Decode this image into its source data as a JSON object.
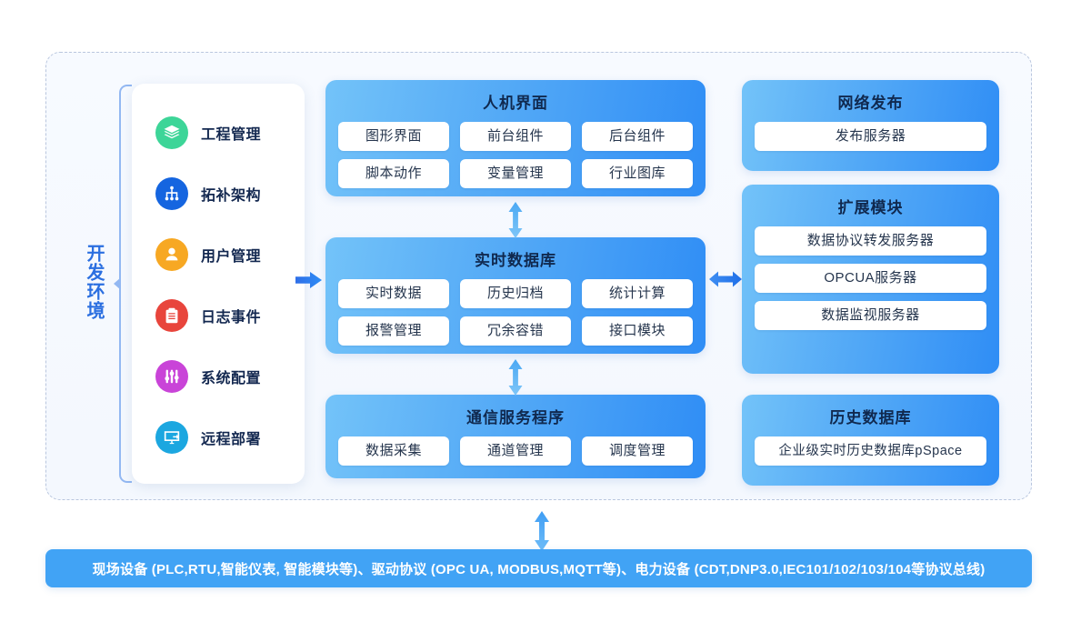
{
  "dev_env": {
    "label": "开发环境",
    "sidebar": {
      "items": [
        {
          "label": "工程管理",
          "icon": "layers-icon",
          "color": "#3dd598"
        },
        {
          "label": "拓补架构",
          "icon": "sitemap-icon",
          "color": "#1565e0"
        },
        {
          "label": "用户管理",
          "icon": "user-icon",
          "color": "#f7a823"
        },
        {
          "label": "日志事件",
          "icon": "clipboard-icon",
          "color": "#e8453c"
        },
        {
          "label": "系统配置",
          "icon": "sliders-icon",
          "color": "#c944d8"
        },
        {
          "label": "远程部署",
          "icon": "monitor-icon",
          "color": "#1ca7e0"
        }
      ]
    }
  },
  "panels": {
    "hmi": {
      "title": "人机界面",
      "rows": [
        [
          "图形界面",
          "前台组件",
          "后台组件"
        ],
        [
          "脚本动作",
          "变量管理",
          "行业图库"
        ]
      ]
    },
    "rtdb": {
      "title": "实时数据库",
      "rows": [
        [
          "实时数据",
          "历史归档",
          "统计计算"
        ],
        [
          "报警管理",
          "冗余容错",
          "接口模块"
        ]
      ]
    },
    "comm": {
      "title": "通信服务程序",
      "rows": [
        [
          "数据采集",
          "通道管理",
          "调度管理"
        ]
      ]
    },
    "web_publish": {
      "title": "网络发布",
      "rows": [
        [
          "发布服务器"
        ]
      ]
    },
    "extension": {
      "title": "扩展模块",
      "rows": [
        [
          "数据协议转发服务器"
        ],
        [
          "OPCUA服务器"
        ],
        [
          "数据监视服务器"
        ]
      ]
    },
    "history_db": {
      "title": "历史数据库",
      "rows": [
        [
          "企业级实时历史数据库pSpace"
        ]
      ]
    }
  },
  "bottom_bar": {
    "text": "现场设备 (PLC,RTU,智能仪表, 智能模块等)、驱动协议 (OPC UA, MODBUS,MQTT等)、电力设备 (CDT,DNP3.0,IEC101/102/103/104等协议总线)"
  },
  "colors": {
    "panel_gradient_start": "#73c3f9",
    "panel_gradient_end": "#2f8df5",
    "bottom_bar_bg": "#41a3f5",
    "title_text": "#10294f",
    "dev_env_text": "#2b6fe0",
    "arrow_light": "#5fb4f5",
    "arrow_dark": "#2b7bf0"
  }
}
